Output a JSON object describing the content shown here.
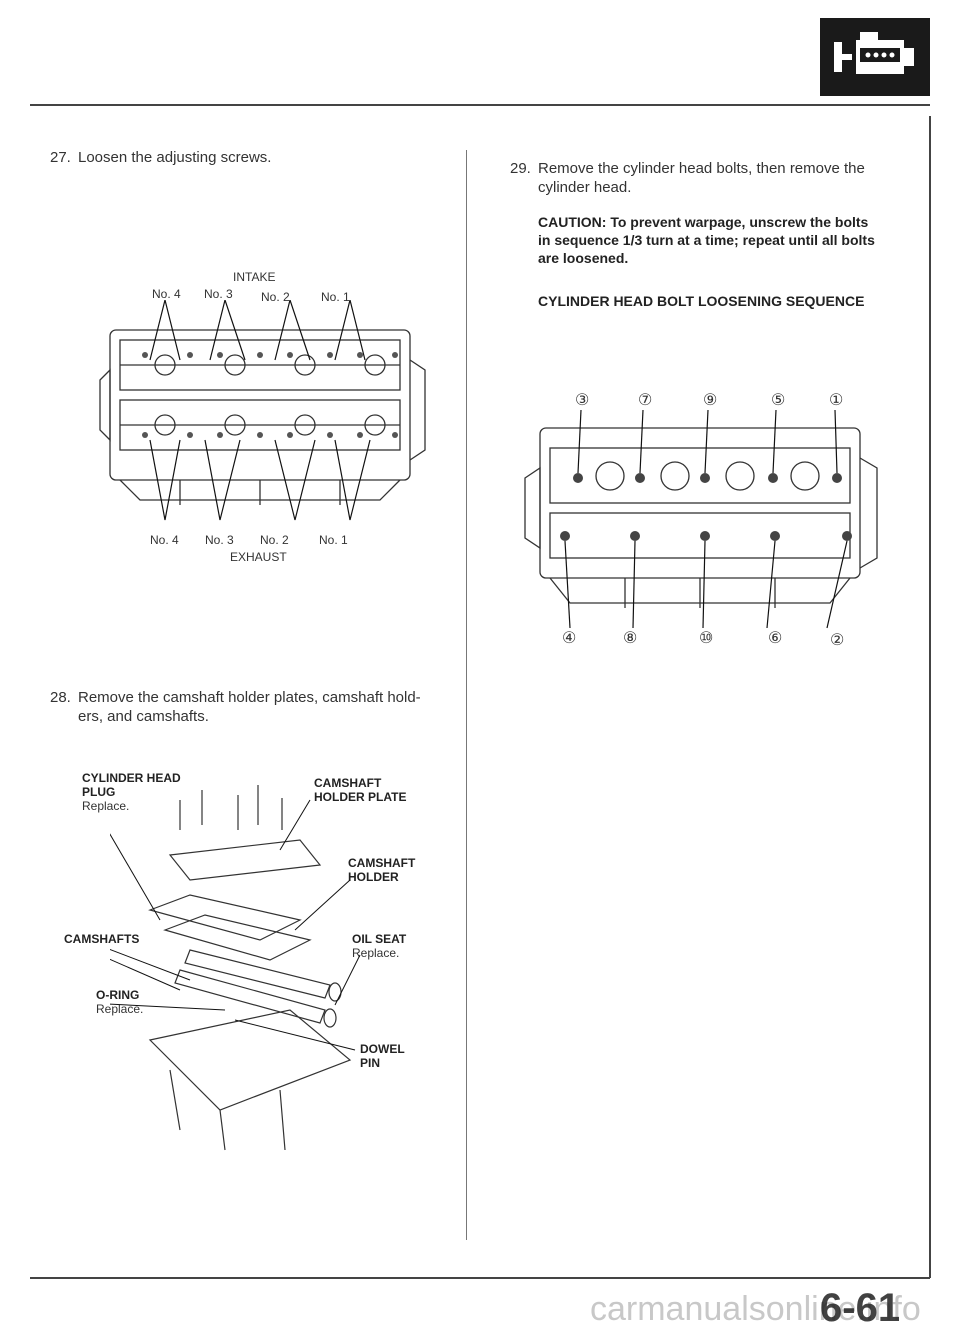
{
  "header": {
    "icon": "engine-icon"
  },
  "step27": {
    "num": "27.",
    "text": "Loosen the adjusting screws."
  },
  "fig1": {
    "top_label": "INTAKE",
    "bottom_label": "EXHAUST",
    "intake_numbers": [
      "No. 4",
      "No. 3",
      "No. 2",
      "No. 1"
    ],
    "exhaust_numbers": [
      "No. 4",
      "No. 3",
      "No. 2",
      "No. 1"
    ]
  },
  "step28": {
    "num": "28.",
    "line1": "Remove the camshaft holder plates, camshaft hold-",
    "line2": "ers, and camshafts."
  },
  "fig2": {
    "plug_l1": "CYLINDER HEAD",
    "plug_l2": "PLUG",
    "plug_l3": "Replace.",
    "plate_l1": "CAMSHAFT",
    "plate_l2": "HOLDER PLATE",
    "holder_l1": "CAMSHAFT",
    "holder_l2": "HOLDER",
    "camshafts": "CAMSHAFTS",
    "seal_l1": "OIL SEAT",
    "seal_l2": "Replace.",
    "oring_l1": "O-RING",
    "oring_l2": "Replace.",
    "dowel_l1": "DOWEL",
    "dowel_l2": "PIN"
  },
  "step29": {
    "num": "29.",
    "line1": "Remove the cylinder head bolts, then remove the",
    "line2": "cylinder head.",
    "caution1": "CAUTION: To prevent warpage, unscrew the bolts",
    "caution2": "in sequence 1/3 turn at a time; repeat until all bolts",
    "caution3": "are loosened.",
    "seq_title": "CYLINDER HEAD BOLT LOOSENING SEQUENCE"
  },
  "fig3": {
    "top_seq": [
      "③",
      "⑦",
      "⑨",
      "⑤",
      "①"
    ],
    "bottom_seq": [
      "④",
      "⑧",
      "⑩",
      "⑥",
      "②"
    ]
  },
  "footer": {
    "page": "6-61",
    "watermark": "carmanualsonline.info"
  }
}
